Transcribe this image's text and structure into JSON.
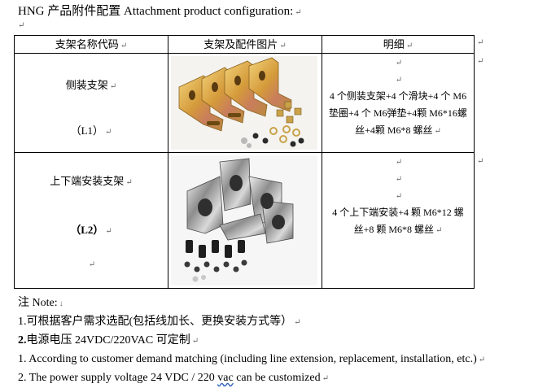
{
  "title": "HNG 产品附件配置 Attachment product configuration:",
  "headers": {
    "code": "支架名称代码",
    "photo": "支架及配件图片",
    "detail": "明细"
  },
  "rows": [
    {
      "name": "侧装支架",
      "code": "（L1）",
      "detail": "4 个侧装支架+4 个滑块+4 个 M6 垫圈+4 个 M6弹垫+4颗 M6*16螺丝+4颗 M6*8 螺丝"
    },
    {
      "name": "上下端安装支架",
      "code": "（L2）",
      "detail": "4 个上下端安装+4 颗 M6*12 螺丝+8 颗 M6*8 螺丝"
    }
  ],
  "notes": {
    "heading": "注 Note:",
    "line1_num": "1.",
    "line1": "可根据客户需求选配(包括线加长、更换安装方式等）",
    "line2_num": "2.",
    "line2": "电源电压 24VDC/220VAC 可定制",
    "line3": "1. According to customer demand matching (including line extension, replacement, installation, etc.)",
    "line4_pre": "2. The power supply voltage 24 VDC / 220 ",
    "line4_wavy": "vac",
    "line4_post": " can be customized"
  },
  "marks": {
    "para": "↵",
    "down": "↓"
  }
}
